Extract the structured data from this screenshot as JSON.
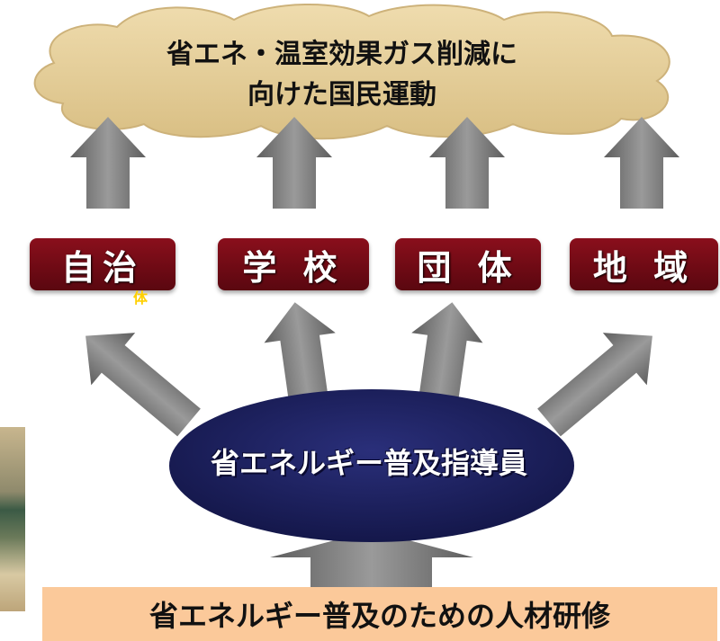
{
  "cloud": {
    "line1": "省エネ・温室効果ガス削減に",
    "line2": "向けた国民運動"
  },
  "targets": [
    {
      "label": "自治"
    },
    {
      "label": "学 校"
    },
    {
      "label": "団 体"
    },
    {
      "label": "地 域"
    }
  ],
  "stray_glyph": "体",
  "center": {
    "label": "省エネルギー普及指導員"
  },
  "bottom": {
    "label": "省エネルギー普及のための人材研修"
  },
  "colors": {
    "cloud_fill": "#e6cf9a",
    "target_box": "#7a0c18",
    "ellipse": "#1c1f5e",
    "arrow": "#808080",
    "bottom_bar": "#fbc99a"
  }
}
